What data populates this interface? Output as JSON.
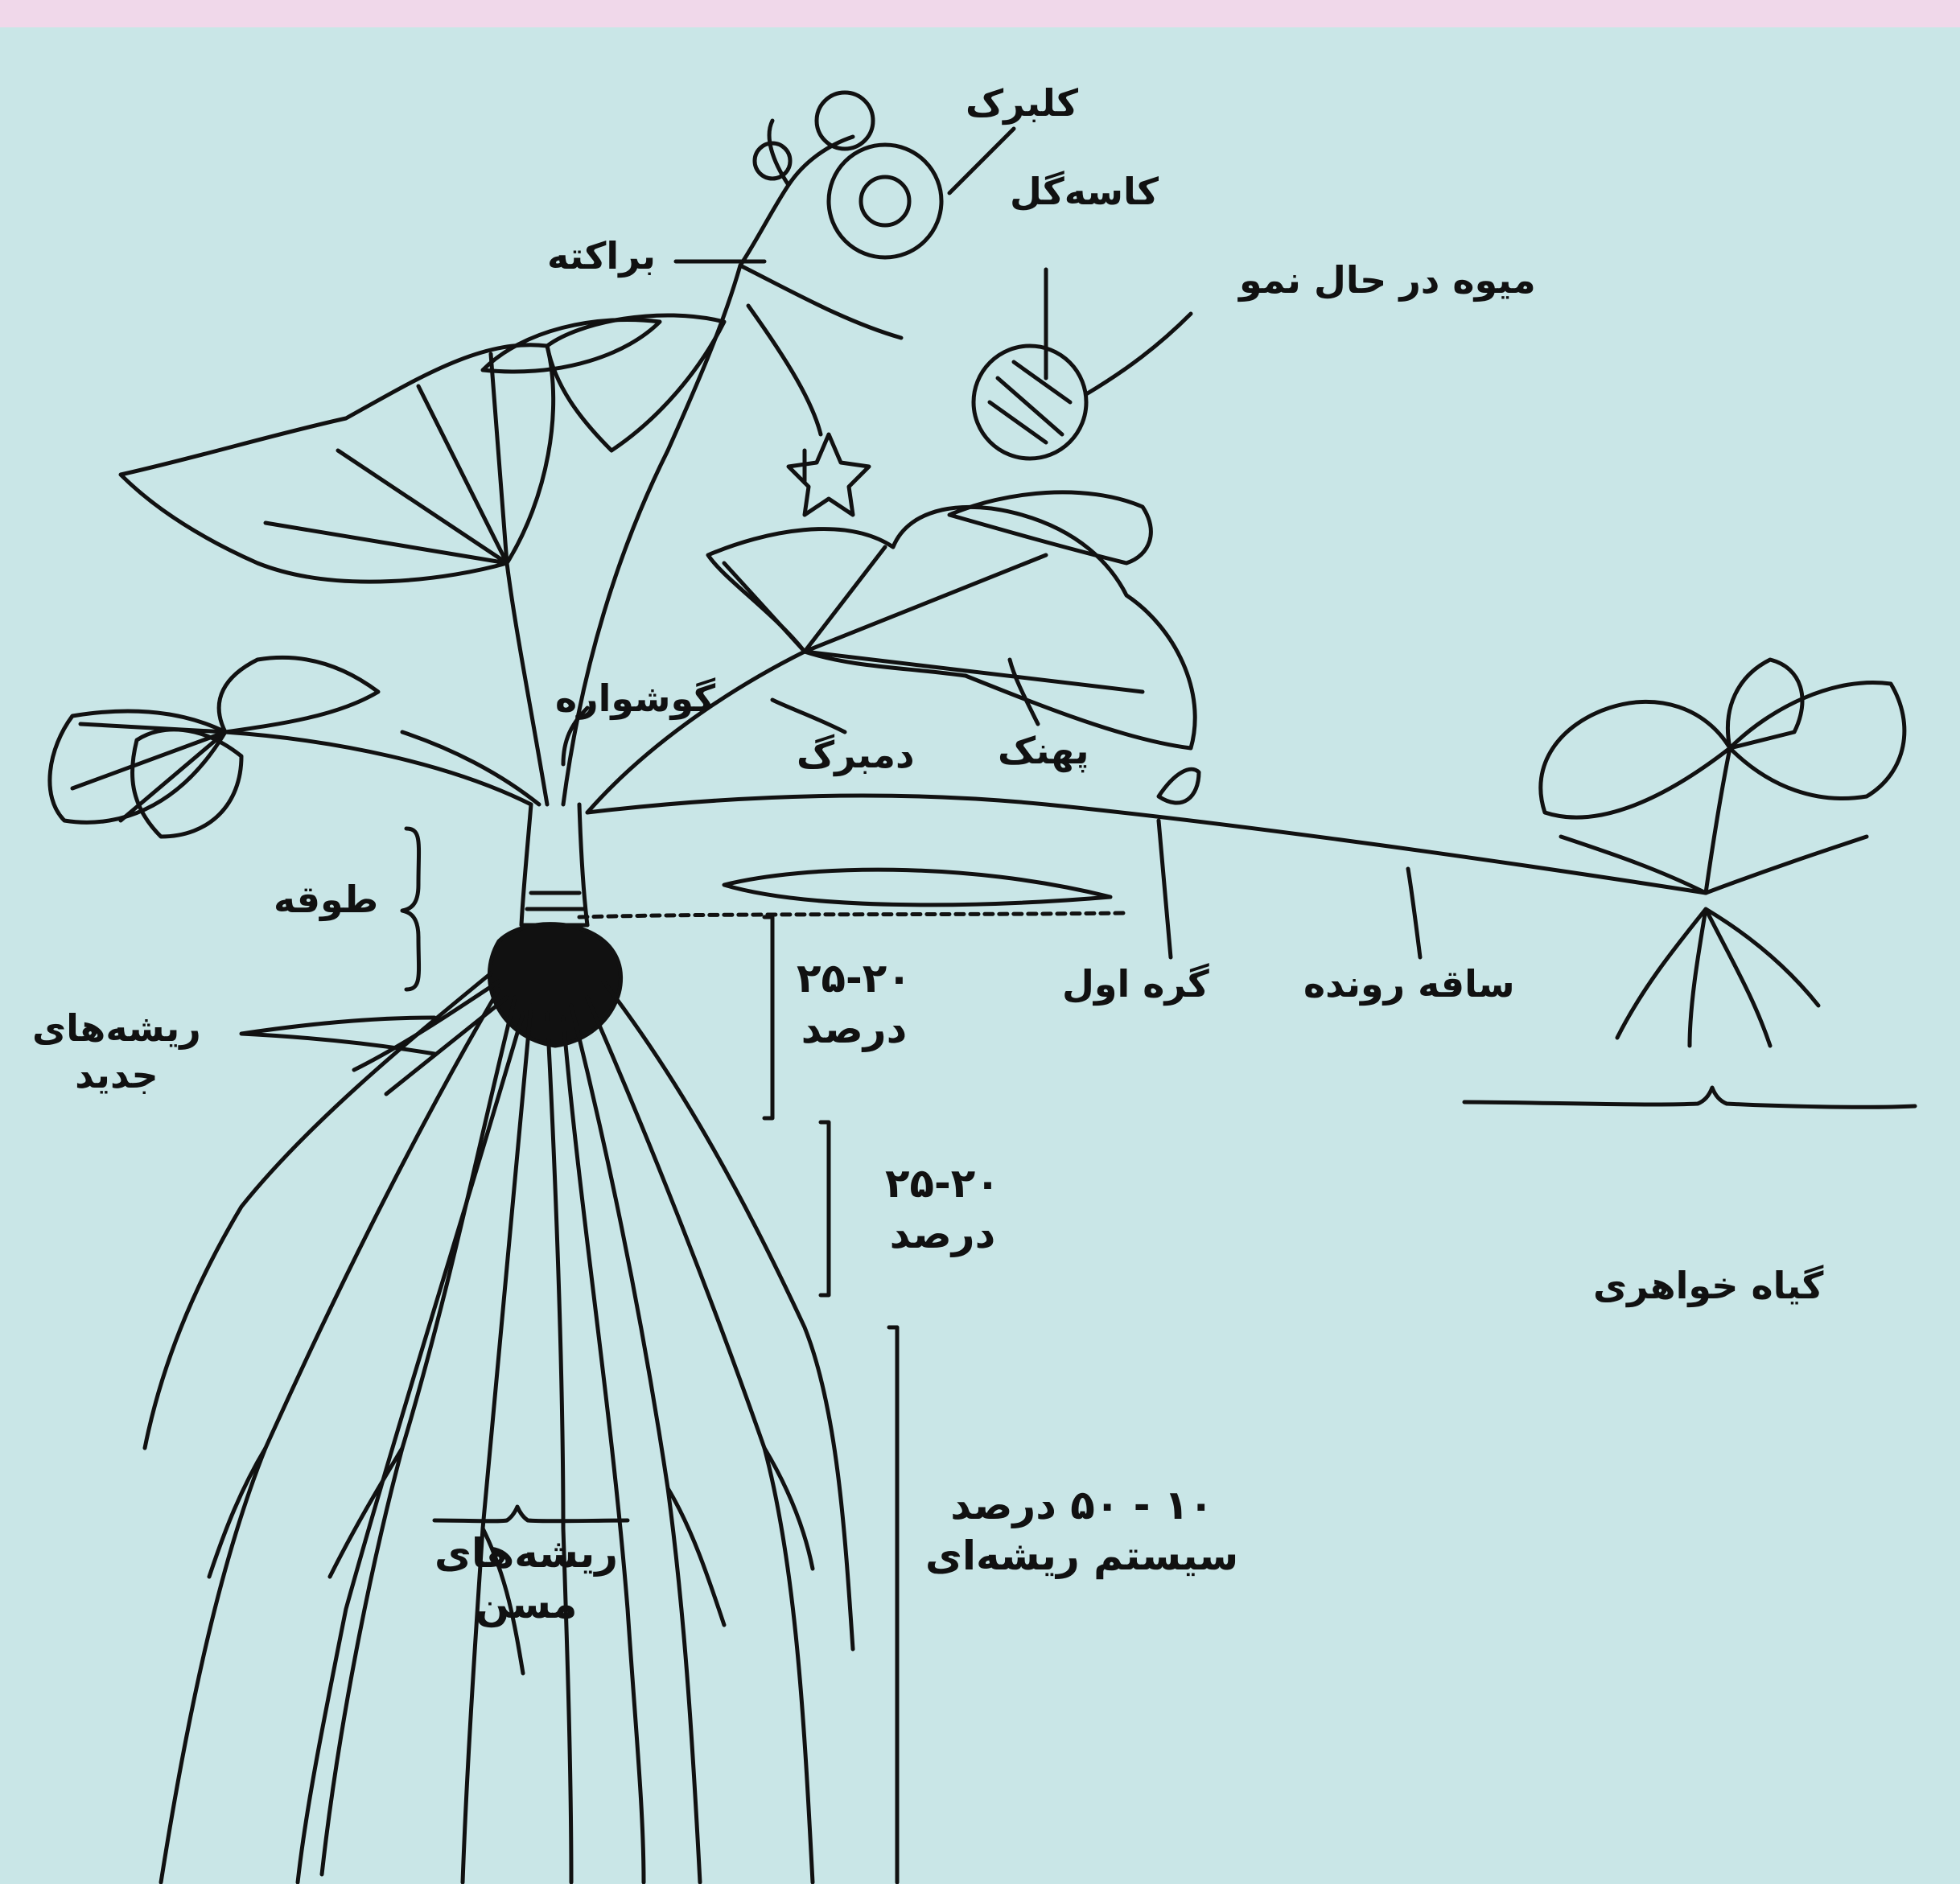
{
  "background_color": "#c9e6e7",
  "ink_color": "#111111",
  "top_band_color": "#f0d8ea",
  "labels": {
    "petal": "کلبرک",
    "calyx": "کاسه‌گل",
    "bract": "براکته",
    "developing_fruit": "میوه در حال نمو",
    "stipule": "گوشواره",
    "blade": "پهنک",
    "petiole": "دمبرگ",
    "crown": "طوقه",
    "new_roots_line1": "ریشه‌های",
    "new_roots_line2": "جدید",
    "pct1_line1": "۲۵-۲۰",
    "pct1_line2": "درصد",
    "pct2_line1": "۲۵-۲۰",
    "pct2_line2": "درصد",
    "pct3_line1": "۱۰ - ۵۰ درصد",
    "pct3_line2": "سیستم ریشه‌ای",
    "first_node": "گره اول",
    "runner": "ساقه رونده",
    "daughter_plant": "گیاه خواهری",
    "old_roots_line1": "ریشه‌های",
    "old_roots_line2": "مسن"
  }
}
